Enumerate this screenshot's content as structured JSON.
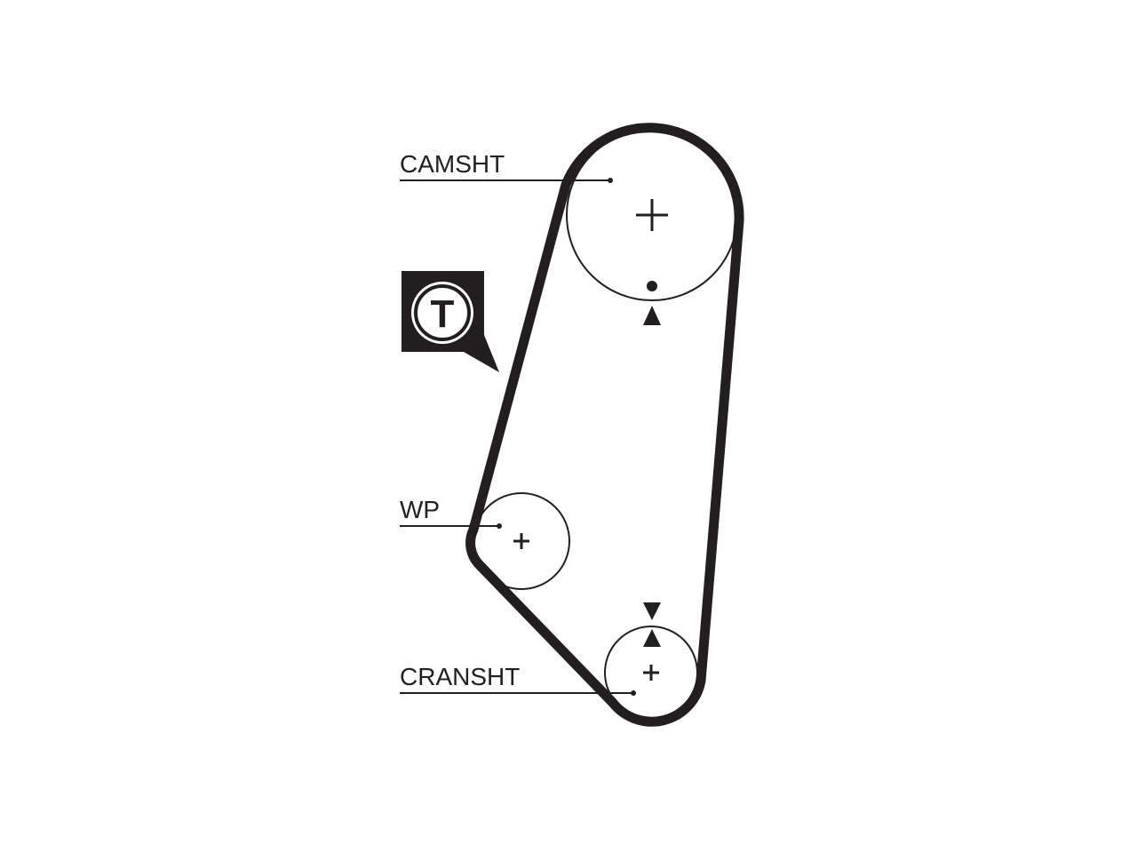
{
  "diagram": {
    "labels": {
      "camshaft": "CAMSHT",
      "water_pump": "WP",
      "crankshaft": "CRANSHT"
    },
    "tensioner_badge": {
      "letter": "T",
      "icon": "tensioner-icon"
    },
    "colors": {
      "line": "#231f20",
      "background": "#ffffff"
    }
  }
}
